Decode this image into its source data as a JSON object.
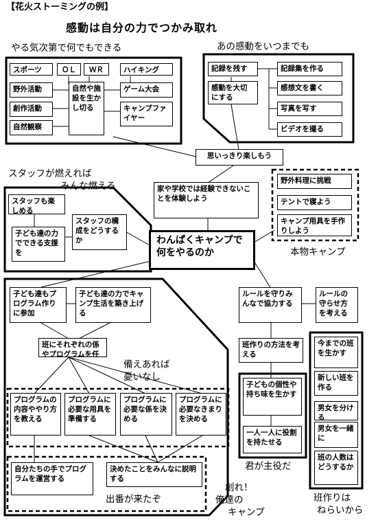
{
  "title": "【花火ストーミングの例】",
  "headline": "感動は自分の力でつかみ取れ",
  "groups": {
    "yaruki": {
      "label": "やる気次第で何でもできる",
      "center": "自然や施設を生かし切る",
      "items": [
        "スポーツ",
        "ＯＬ",
        "ＷＲ",
        "ハイキング",
        "野外活動",
        "創作活動",
        "自然観察",
        "ゲーム大会",
        "キャンプファイヤー"
      ]
    },
    "kandou": {
      "label": "あの感動をいつまでも",
      "left": [
        "記録を残す",
        "感動を大切にする"
      ],
      "right": [
        "記録集を作る",
        "感想文を書く",
        "写真を写す",
        "ビデオを撮る"
      ]
    },
    "staff": {
      "label": [
        "スタッフが燃えれば",
        "みんな燃える"
      ],
      "items": [
        "スタッフも楽しめる",
        "子ども達の力でできる支援を",
        "スタッフの構成をどうするか"
      ]
    },
    "honmono": {
      "label": "本物キャンプ",
      "items": [
        "野外料理に挑戦",
        "テントで寝よう",
        "キャンプ用具を手作りしよう"
      ]
    },
    "sonae": {
      "label": [
        "備えあれば",
        "憂いなし"
      ],
      "top": [
        "子ども達もプログラム作りに参加",
        "子ども達の力でキャンプ生活を築き上げる"
      ],
      "middle": "班にそれぞれの係やプログラムを任す",
      "row": [
        "プログラムの内容ややり方を教える",
        "プログラムに必要な用具を準備する",
        "プログラムに必要な係を決める",
        "プログラムに必要なきまりを決める"
      ]
    },
    "deban": {
      "label": "出番が来たぞ",
      "items": [
        "自分たちの手でプログラムを運営する",
        "決めたことをみんなに説明する"
      ]
    },
    "tsukure": {
      "label": [
        "創れ！",
        "俺達の",
        "キャンプ"
      ]
    },
    "kimi": {
      "label": "君が主役だ",
      "items": [
        "ルールを守りみんなで協力する",
        "ルールの守らせ方を考える",
        "班作りの方法を考える",
        "子どもの個性や持ち味を生かす",
        "一人一人に役割を持たせる"
      ]
    },
    "han": {
      "label": [
        "班作りは",
        "ねらいから"
      ],
      "items": [
        "今までの班を生かす",
        "新しい班を作る",
        "男女を分ける",
        "男女を一緒に",
        "班の人数はどうするか"
      ]
    }
  },
  "center": {
    "main": "わんぱくキャンプで何をやるのか",
    "upper": "家や学校では経験できないことを体験しよう",
    "top": "思いっきり楽しもう"
  }
}
